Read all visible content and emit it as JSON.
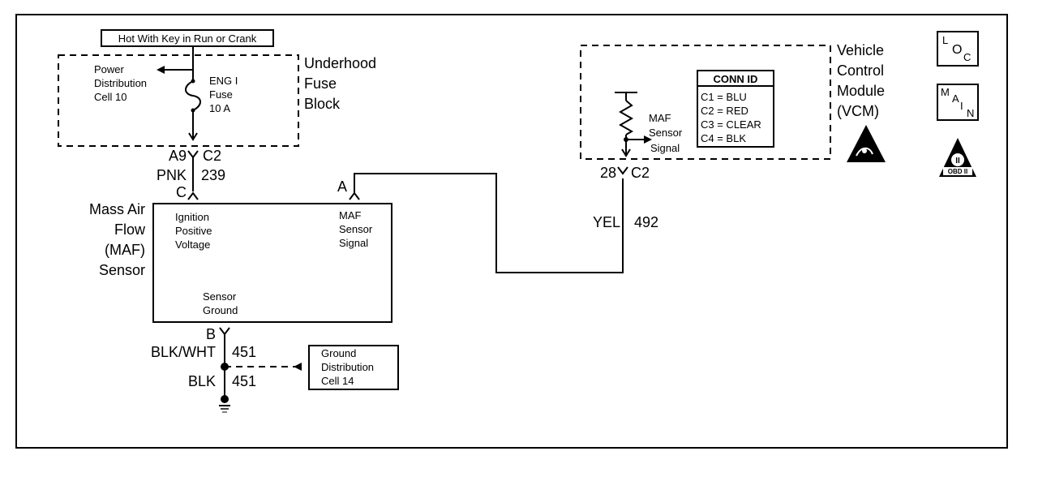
{
  "header": {
    "key_label": "Hot With Key in Run or Crank"
  },
  "fuse_block": {
    "title_lines": [
      "Underhood",
      "Fuse",
      "Block"
    ],
    "cell_lines": [
      "Power",
      "Distribution",
      "Cell 10"
    ],
    "fuse_lines": [
      "ENG I",
      "Fuse",
      "10 A"
    ]
  },
  "connectors": {
    "fuse_out_pin": "A9",
    "fuse_out_conn": "C2",
    "wire_color_1": "PNK",
    "circuit_1": "239",
    "maf_pin_c": "C",
    "maf_pin_a": "A",
    "maf_pin_b": "B",
    "vcm_pin": "28",
    "vcm_conn": "C2",
    "wire_color_2": "YEL",
    "circuit_2": "492",
    "wire_color_3": "BLK/WHT",
    "circuit_3": "451",
    "wire_color_4": "BLK",
    "circuit_4": "451"
  },
  "maf_sensor": {
    "title_lines": [
      "Mass Air",
      "Flow",
      "(MAF)",
      "Sensor"
    ],
    "ignition_lines": [
      "Ignition",
      "Positive",
      "Voltage"
    ],
    "signal_lines": [
      "MAF",
      "Sensor",
      "Signal"
    ],
    "ground_lines": [
      "Sensor",
      "Ground"
    ]
  },
  "ground_dist": {
    "lines": [
      "Ground",
      "Distribution",
      "Cell 14"
    ]
  },
  "vcm": {
    "title_lines": [
      "Vehicle",
      "Control",
      "Module",
      "(VCM)"
    ],
    "signal_lines": [
      "MAF",
      "Sensor",
      "Signal"
    ],
    "conn_id": {
      "title": "CONN ID",
      "rows": [
        "C1 = BLU",
        "C2 = RED",
        "C3 = CLEAR",
        "C4 = BLK"
      ]
    }
  },
  "side_icons": {
    "loc": {
      "l": "L",
      "o": "O",
      "c": "C"
    },
    "main": {
      "m": "M",
      "a": "A",
      "i": "I",
      "n": "N"
    },
    "obd": {
      "numeral": "II",
      "label": "OBD II"
    },
    "esd_icon": "esd-warning-icon"
  }
}
